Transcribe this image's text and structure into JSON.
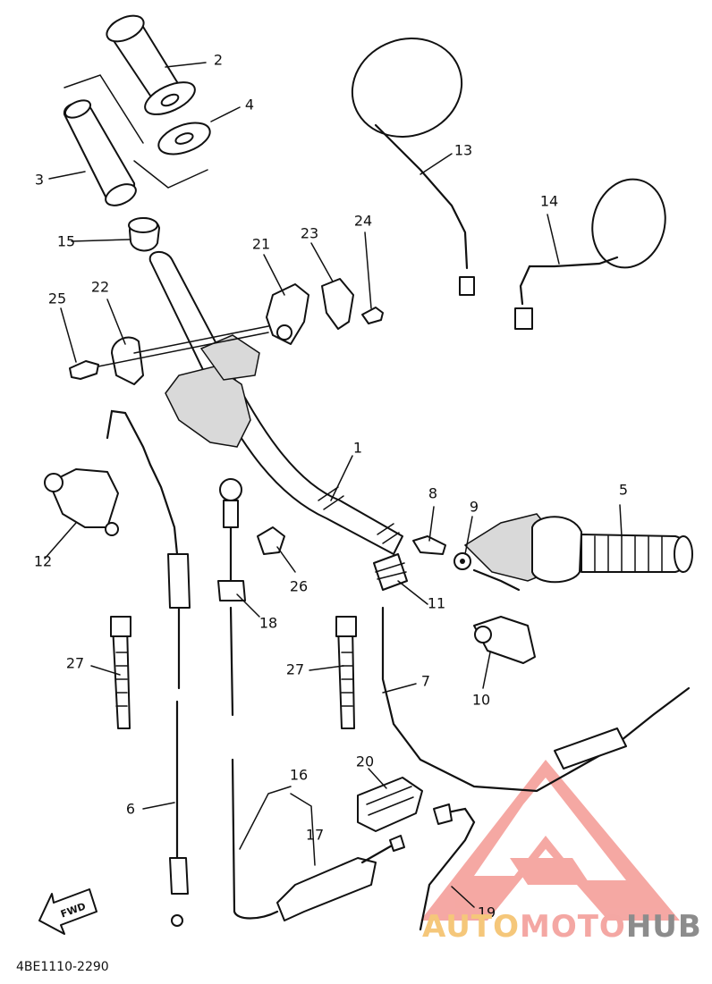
{
  "diagram_code": "4BE1110-2290",
  "direction_label": "FWD",
  "watermark": {
    "part1": "AUTO",
    "part2": "MOTO",
    "part3": "HUB",
    "color1": "#f5c77a",
    "color2": "#f4a7a3",
    "color3": "#8c8c8c",
    "logo_color": "#f28b85"
  },
  "callouts": [
    "1",
    "2",
    "3",
    "4",
    "5",
    "6",
    "7",
    "8",
    "9",
    "10",
    "11",
    "12",
    "13",
    "14",
    "15",
    "16",
    "17",
    "18",
    "19",
    "20",
    "21",
    "22",
    "23",
    "24",
    "25",
    "26",
    "27",
    "27"
  ],
  "line_color": "#111111"
}
